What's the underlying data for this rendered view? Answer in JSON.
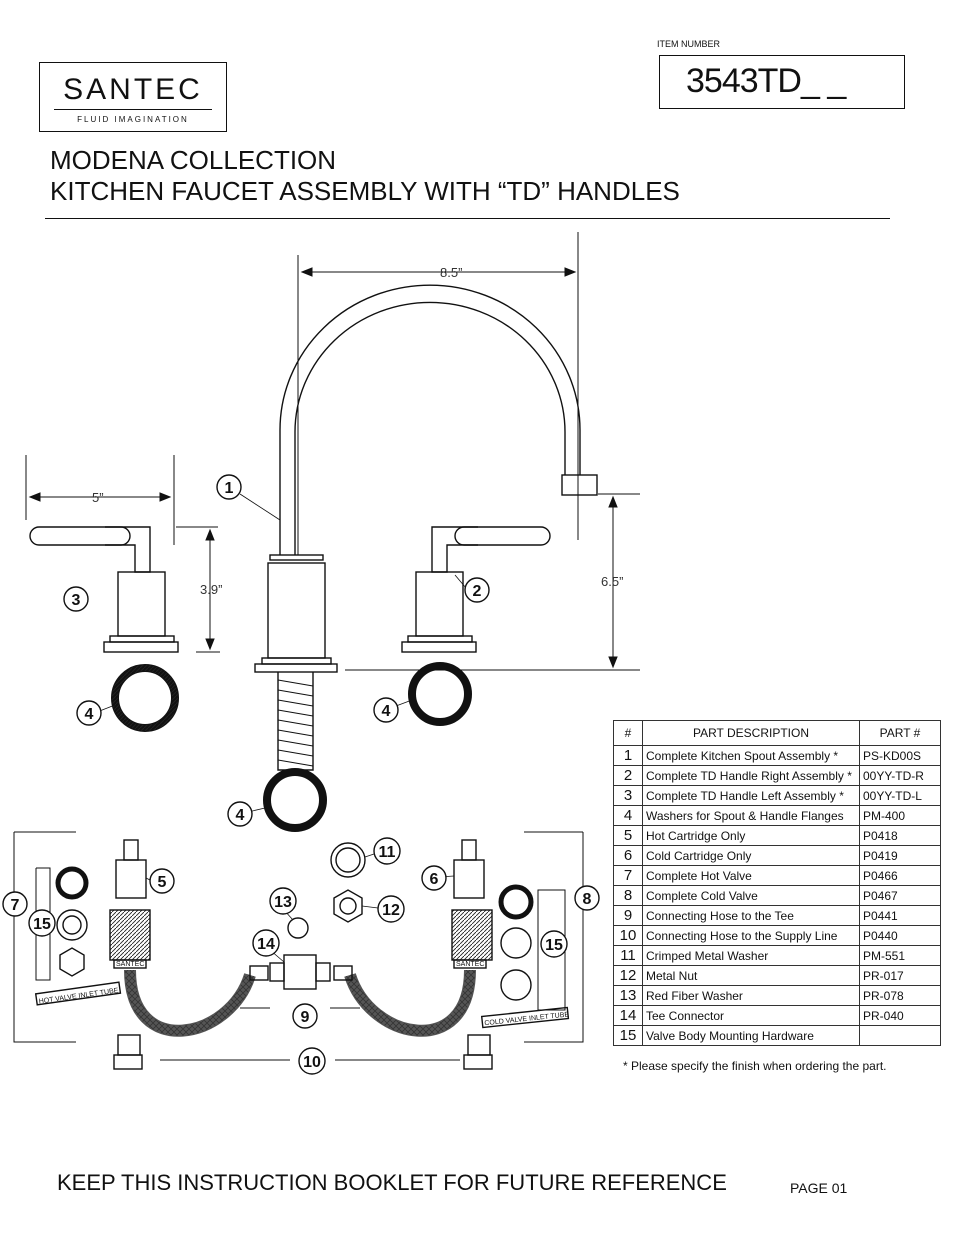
{
  "logo": {
    "wordmark": "SANTEC",
    "tagline": "FLUID IMAGINATION"
  },
  "item": {
    "label": "ITEM NUMBER",
    "value": "3543TD_ _"
  },
  "title": {
    "line1": "MODENA COLLECTION",
    "line2": "KITCHEN FAUCET ASSEMBLY WITH “TD” HANDLES"
  },
  "dimensions": {
    "spread": "8.5”",
    "handle_width": "5”",
    "handle_height": "3.9”",
    "spout_height": "6.5”"
  },
  "diagram_labels": {
    "hot_tube": "HOT VALVE INLET TUBE",
    "cold_tube": "COLD VALVE INLET TUBE",
    "valve_brand": "SANTEC"
  },
  "callouts": [
    "1",
    "2",
    "3",
    "4",
    "5",
    "6",
    "7",
    "8",
    "9",
    "10",
    "11",
    "12",
    "13",
    "14",
    "15"
  ],
  "parts_table": {
    "headers": [
      "#",
      "PART DESCRIPTION",
      "PART #"
    ],
    "rows": [
      {
        "n": "1",
        "desc": "Complete Kitchen Spout Assembly  *",
        "part": "PS-KD00S"
      },
      {
        "n": "2",
        "desc": "Complete TD Handle Right Assembly *",
        "part": "00YY-TD-R"
      },
      {
        "n": "3",
        "desc": "Complete TD Handle Left Assembly *",
        "part": "00YY-TD-L"
      },
      {
        "n": "4",
        "desc": "Washers for Spout & Handle Flanges",
        "part": "PM-400"
      },
      {
        "n": "5",
        "desc": "Hot Cartridge Only",
        "part": "P0418"
      },
      {
        "n": "6",
        "desc": "Cold Cartridge Only",
        "part": "P0419"
      },
      {
        "n": "7",
        "desc": "Complete Hot Valve",
        "part": "P0466"
      },
      {
        "n": "8",
        "desc": "Complete Cold Valve",
        "part": "P0467"
      },
      {
        "n": "9",
        "desc": "Connecting Hose to the Tee",
        "part": "P0441"
      },
      {
        "n": "10",
        "desc": "Connecting Hose to the Supply Line",
        "part": "P0440"
      },
      {
        "n": "11",
        "desc": "Crimped Metal Washer",
        "part": "PM-551"
      },
      {
        "n": "12",
        "desc": "Metal Nut",
        "part": "PR-017"
      },
      {
        "n": "13",
        "desc": "Red Fiber Washer",
        "part": "PR-078"
      },
      {
        "n": "14",
        "desc": "Tee Connector",
        "part": "PR-040"
      },
      {
        "n": "15",
        "desc": "Valve Body Mounting Hardware",
        "part": ""
      }
    ]
  },
  "note": "* Please specify the finish when ordering the part.",
  "footer": {
    "text": "KEEP THIS INSTRUCTION BOOKLET FOR FUTURE REFERENCE",
    "page": "PAGE  01"
  }
}
